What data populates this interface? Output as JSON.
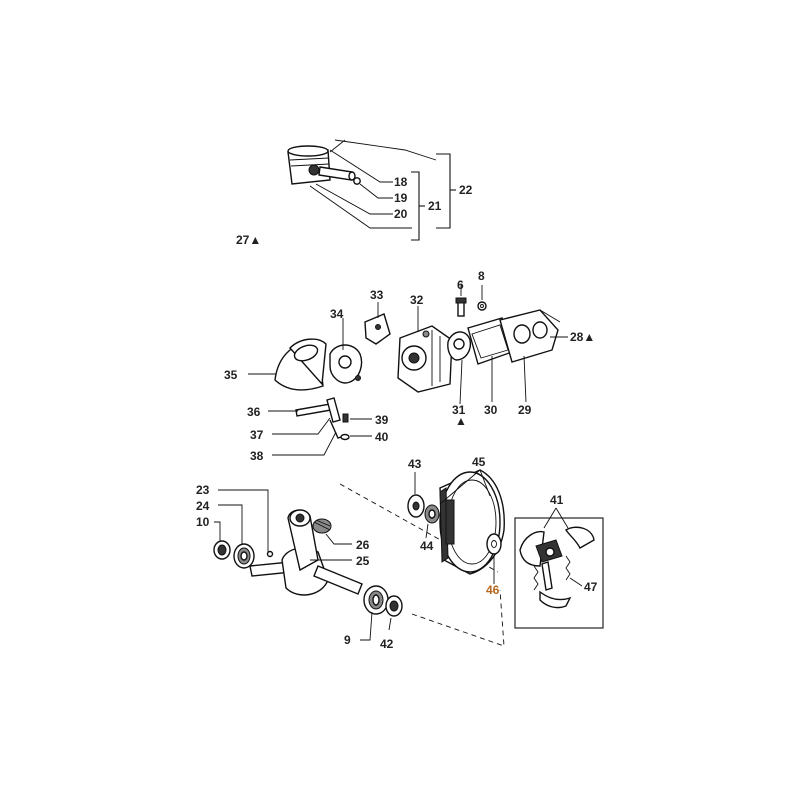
{
  "diagram": {
    "labels": {
      "l18": "18",
      "l19": "19",
      "l20": "20",
      "l21": "21",
      "l22": "22",
      "l27": "27▲",
      "l6": "6",
      "l8": "8",
      "l33": "33",
      "l32": "32",
      "l34": "34",
      "l28": "28▲",
      "l35": "35",
      "l31": "31",
      "l31mark": "▲",
      "l30": "30",
      "l29": "29",
      "l36": "36",
      "l39": "39",
      "l37": "37",
      "l40": "40",
      "l38": "38",
      "l43": "43",
      "l45": "45",
      "l41": "41",
      "l23": "23",
      "l24": "24",
      "l10": "10",
      "l26": "26",
      "l25": "25",
      "l44": "44",
      "l46": "46",
      "l47": "47",
      "l9": "9",
      "l42": "42"
    },
    "highlight_color": "#b5651d"
  }
}
